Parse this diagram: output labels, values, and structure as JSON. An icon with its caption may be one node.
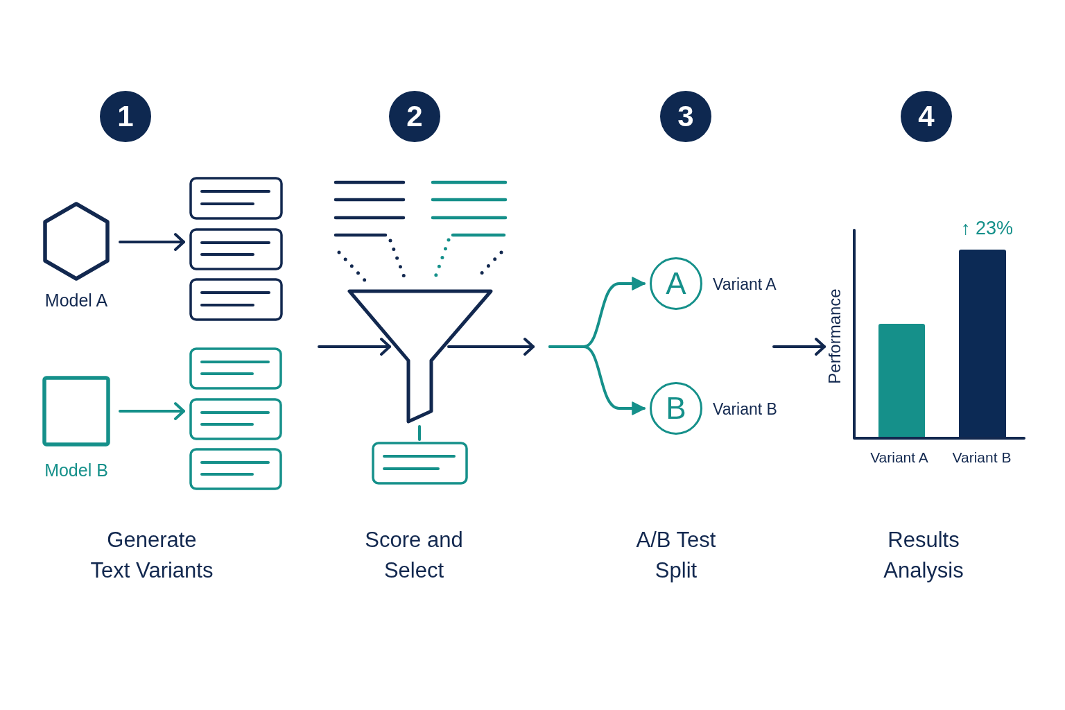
{
  "diagram": {
    "nodes": [
      {
        "text": [
          "1"
        ]
      },
      {
        "text": [
          "2"
        ]
      },
      {
        "text": [
          "3"
        ]
      },
      {
        "text": [
          "4"
        ]
      },
      {
        "text": [
          "Model A"
        ]
      },
      {
        "text": [],
        "shape": "box"
      },
      {
        "text": [],
        "shape": "box"
      },
      {
        "text": [],
        "shape": "box"
      },
      {
        "text": [
          "Model B"
        ]
      },
      {
        "text": [],
        "shape": "box"
      },
      {
        "text": [],
        "shape": "box"
      },
      {
        "text": [],
        "shape": "box"
      },
      {
        "text": [],
        "shape": "funnel"
      },
      {
        "text": [],
        "shape": "box"
      },
      {
        "text": [
          "A"
        ],
        "beside": [
          "Variant A"
        ]
      },
      {
        "text": [
          "B"
        ],
        "beside": [
          "Variant B"
        ]
      },
      {
        "text": [
          "Performance"
        ]
      }
    ],
    "edges": [
      {
        "from": 4,
        "to": 6,
        "arrow": "to"
      },
      {
        "from": 8,
        "to": 10,
        "arrow": "to",
        "color": "#15908a"
      },
      {
        "from": null,
        "to": 12,
        "arrow": "to"
      },
      {
        "from": 12,
        "to": 13,
        "arrow": "none",
        "color": "#15908a"
      },
      {
        "from": 12,
        "to": null,
        "arrow": "to"
      },
      {
        "from": null,
        "to": 14,
        "arrow": "to",
        "color": "#15908a"
      },
      {
        "from": null,
        "to": 15,
        "arrow": "to",
        "color": "#15908a"
      },
      {
        "from": null,
        "to": 16,
        "arrow": "to"
      }
    ],
    "labels": [
      "↑ 23%",
      "Variant A",
      "Variant B",
      "Generate Text Variants",
      "Score and Select",
      "A/B Test Split",
      "Results Analysis"
    ]
  }
}
